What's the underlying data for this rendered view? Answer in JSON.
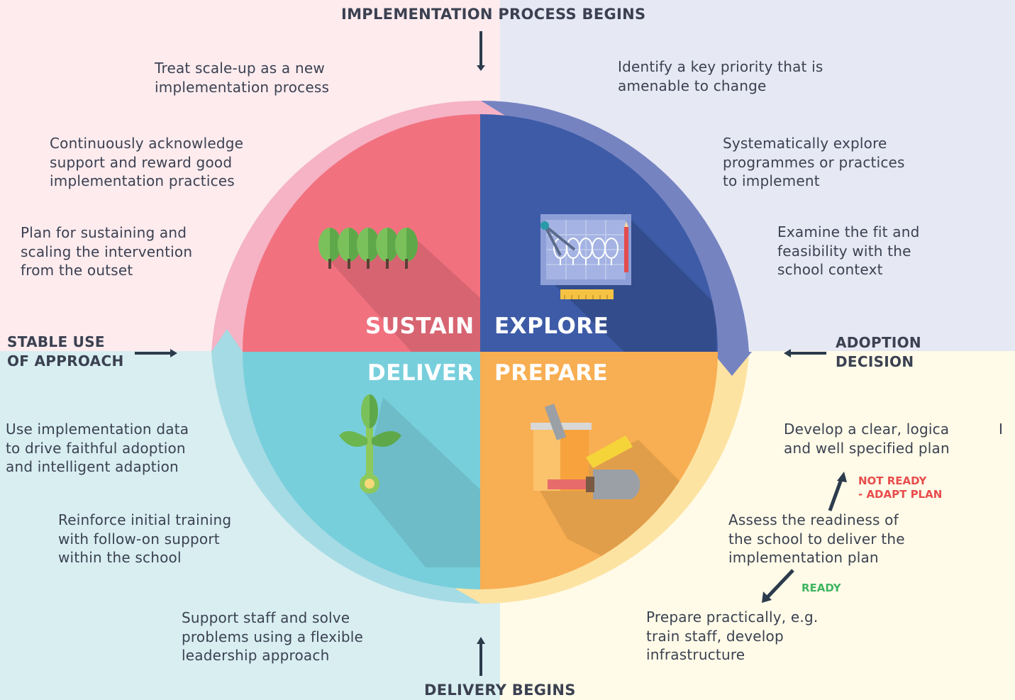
{
  "headers": {
    "top": "IMPLEMENTATION PROCESS BEGINS",
    "bottom": "DELIVERY BEGINS",
    "left": "STABLE USE\nOF APPROACH",
    "right": "ADOPTION\nDECISION"
  },
  "phases": {
    "sustain": "SUSTAIN",
    "explore": "EXPLORE",
    "deliver": "DELIVER",
    "prepare": "PREPARE"
  },
  "explore_steps": [
    "Identify a key priority that is\namenable to change",
    "Systematically explore\nprogrammes or practices\nto implement",
    "Examine the fit and\nfeasibility with the\nschool context"
  ],
  "sustain_steps": [
    "Treat scale-up as a new\nimplementation process",
    "Continuously acknowledge\nsupport and reward good\nimplementation practices",
    "Plan for sustaining and\nscaling the intervention\nfrom the outset"
  ],
  "deliver_steps": [
    "Use implementation data\nto drive faithful adoption\nand intelligent adaption",
    "Reinforce initial training\nwith follow-on support\nwithin the school",
    "Support staff and solve\nproblems using a flexible\nleadership approach"
  ],
  "prepare_steps": [
    "Develop a clear, logica\nand well specified plan",
    "Assess the readiness of\nthe school to deliver the\nimplementation plan",
    "Prepare practically, e.g.\ntrain staff, develop\ninfrastructure"
  ],
  "stray_mark": "I",
  "branches": {
    "not_ready": "NOT READY\n- ADAPT PLAN",
    "ready": "READY"
  },
  "colors": {
    "sustain": "#f2717f",
    "explore": "#3d5ba7",
    "deliver": "#78cfdc",
    "prepare": "#f8ae52",
    "ring_sustain": "#f5b3c5",
    "ring_explore": "#7583c1",
    "ring_deliver": "#a5dbe4",
    "ring_prepare": "#fde3a2"
  },
  "icons": {
    "sustain": "trees-icon",
    "explore": "blueprint-icon",
    "deliver": "seedling-icon",
    "prepare": "tools-icon"
  }
}
